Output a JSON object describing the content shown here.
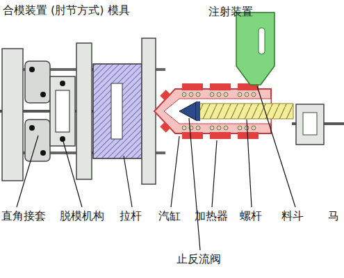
{
  "diagram": {
    "labels": [
      "合模装置 (肘节方式) 模具",
      "注射装置",
      "直角接套",
      "脱模机构",
      "拉杆",
      "汽缸",
      "加热器",
      "螺杆",
      "料斗",
      "马",
      "止反流阀"
    ]
  }
}
